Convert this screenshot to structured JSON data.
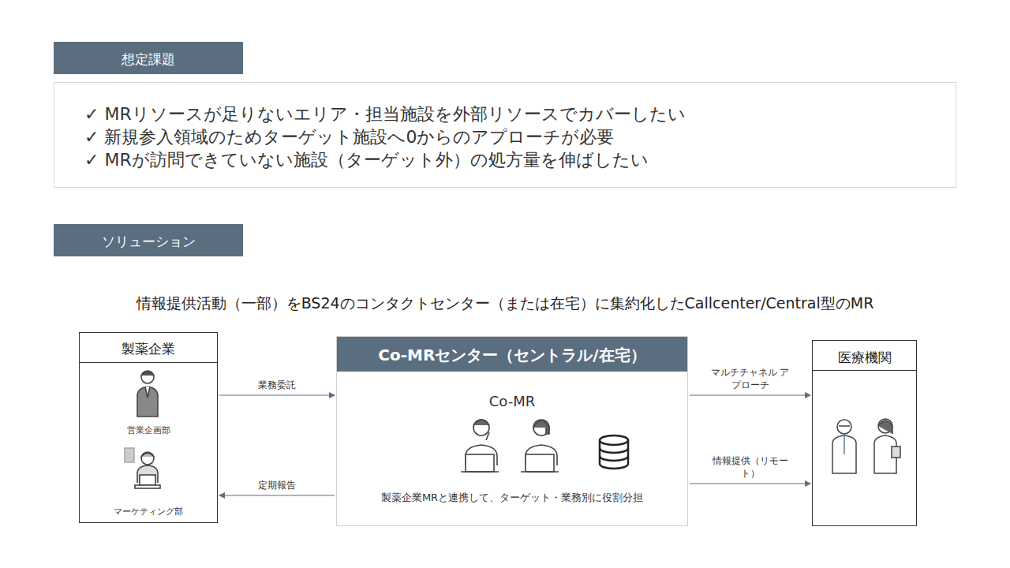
{
  "diagram": {
    "nodes": [
      {
        "text": [
          "想定課題"
        ]
      },
      {
        "text": [
          "✓ MRリソースが足りないエリア・担当施設を外部リソースでカバーしたい",
          "✓ 新規参入領域のためターゲット施設へ0からのアプローチが必要",
          "✓ MRが訪問できていない施設（ターゲット外）の処方量を伸ばしたい"
        ]
      },
      {
        "text": [
          "ソリューション"
        ]
      },
      {
        "text": [
          "製薬企業",
          "営業企画部",
          "マーケティング部"
        ]
      },
      {
        "text": [
          "Co-MRセンター（セントラル/在宅）",
          "Co-MR",
          "製薬企業MRと連携して、ターゲット・業務別に役割分担"
        ]
      },
      {
        "text": [
          "医療機関"
        ]
      }
    ],
    "edges": [
      {
        "from": 3,
        "to": 4,
        "label": "業務委託",
        "arrow": "to"
      },
      {
        "from": 4,
        "to": 3,
        "label": "定期報告",
        "arrow": "to"
      },
      {
        "from": 4,
        "to": 5,
        "label": "マルチチャネル アプローチ",
        "arrow": "to"
      },
      {
        "from": 4,
        "to": 5,
        "label": "情報提供（リモート）",
        "arrow": "to"
      }
    ],
    "labels": [
      "情報提供活動（一部）をBS24のコンタクトセンター（または在宅）に集約化したCallcenter/Central型のMR"
    ]
  }
}
